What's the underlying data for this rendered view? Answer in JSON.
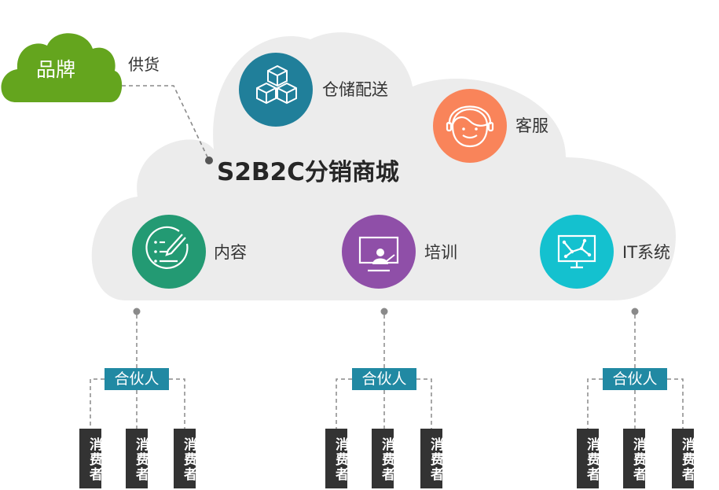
{
  "brand": {
    "label": "品牌",
    "supply_label": "供货",
    "color": "#64a51e"
  },
  "cloud": {
    "title": "S2B2C",
    "title_zh": "分销商城",
    "color": "#ececec"
  },
  "services": [
    {
      "label": "仓储配送",
      "icon": "boxes-icon",
      "color": "#207f9a"
    },
    {
      "label": "客服",
      "icon": "headset-agent-icon",
      "color": "#f9845a"
    },
    {
      "label": "内容",
      "icon": "content-edit-icon",
      "color": "#239a73"
    },
    {
      "label": "培训",
      "icon": "presentation-board-icon",
      "color": "#8f4fa8"
    },
    {
      "label": "IT系统",
      "icon": "network-monitor-icon",
      "color": "#14c1cf"
    }
  ],
  "branches": [
    {
      "partner": "合伙人",
      "consumers": [
        "消费者",
        "消费者",
        "消费者"
      ]
    },
    {
      "partner": "合伙人",
      "consumers": [
        "消费者",
        "消费者",
        "消费者"
      ]
    },
    {
      "partner": "合伙人",
      "consumers": [
        "消费者",
        "消费者",
        "消费者"
      ]
    }
  ],
  "colors": {
    "partner_bg": "#2189a3",
    "consumer_bg": "#333333",
    "line": "#8a8a8a"
  }
}
